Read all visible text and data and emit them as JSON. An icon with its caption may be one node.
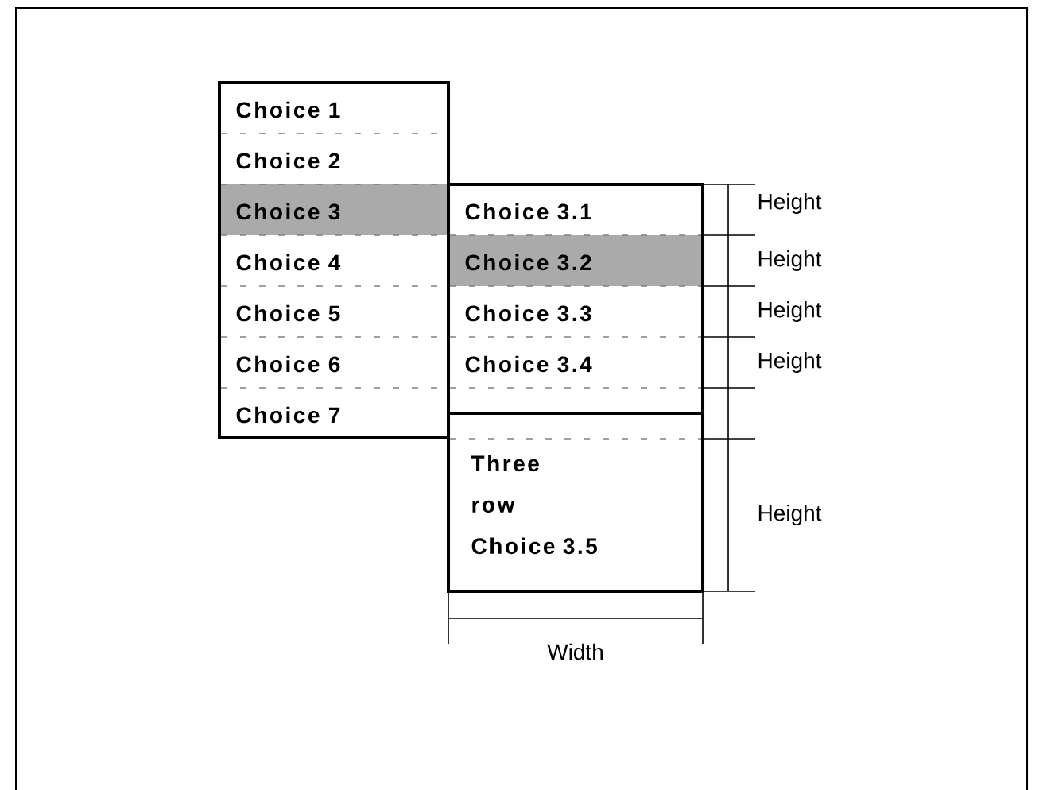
{
  "diagram": {
    "nodes": [
      {
        "text": [],
        "shape": "box"
      },
      {
        "text": [
          "Choice 1"
        ],
        "in": 0
      },
      {
        "text": [
          "Choice 2"
        ],
        "in": 0
      },
      {
        "text": [
          "Choice 3"
        ],
        "in": 0
      },
      {
        "text": [
          "Choice 4"
        ],
        "in": 0
      },
      {
        "text": [
          "Choice 5"
        ],
        "in": 0
      },
      {
        "text": [
          "Choice 6"
        ],
        "in": 0
      },
      {
        "text": [
          "Choice 7"
        ],
        "in": 0
      },
      {
        "text": [],
        "shape": "box"
      },
      {
        "text": [
          "Choice 3.1"
        ],
        "in": 8
      },
      {
        "text": [
          "Choice 3.2"
        ],
        "in": 8
      },
      {
        "text": [
          "Choice 3.3"
        ],
        "in": 8
      },
      {
        "text": [
          "Choice 3.4"
        ],
        "in": 8
      },
      {
        "text": [
          "Three row Choice 3.5"
        ],
        "in": 8
      }
    ],
    "labels": [
      "Height",
      "Height",
      "Height",
      "Height",
      "Height",
      "Width"
    ]
  }
}
